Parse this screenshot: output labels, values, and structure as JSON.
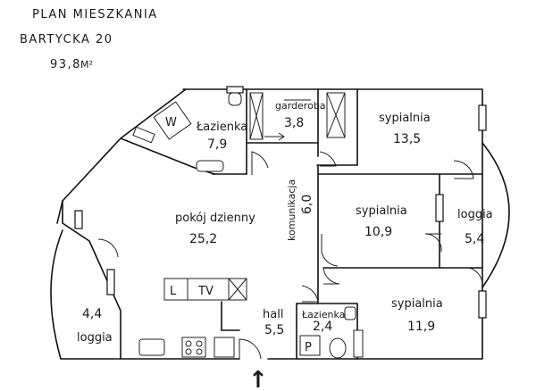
{
  "header": {
    "line1": "PLAN MIESZKANIA",
    "line2": "BARTYCKA 20",
    "area_value": "93,8",
    "area_unit": "M²"
  },
  "rooms": {
    "lazienka_large": {
      "name": "Łazienka",
      "area": "7,9"
    },
    "garderoba": {
      "name": "garderoba",
      "area": "3,8"
    },
    "sypialnia_top": {
      "name": "sypialnia",
      "area": "13,5"
    },
    "pokoj_dzienny": {
      "name": "pokój dzienny",
      "area": "25,2"
    },
    "komunikacja": {
      "name": "komunikacja",
      "area": "6,0"
    },
    "sypialnia_mid": {
      "name": "sypialnia",
      "area": "10,9"
    },
    "loggia_right": {
      "name": "loggia",
      "area": "5,4"
    },
    "loggia_left": {
      "name": "loggia",
      "area": "4,4"
    },
    "hall": {
      "name": "hall",
      "area": "5,5"
    },
    "lazienka_small": {
      "name": "Łazienka",
      "area": "2,4"
    },
    "sypialnia_bottom": {
      "name": "sypialnia",
      "area": "11,9"
    }
  },
  "symbols": {
    "washer": "W",
    "shelf_l": "L",
    "tv": "TV",
    "pantry": "P",
    "entry_arrow": "↑"
  }
}
